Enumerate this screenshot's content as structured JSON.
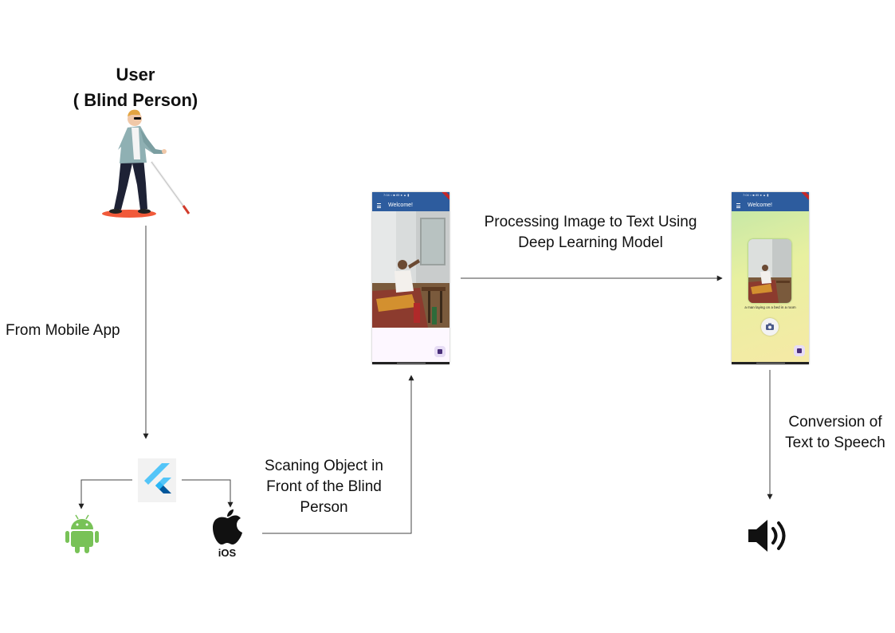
{
  "user": {
    "title_line1": "User",
    "title_line2": "( Blind Person)",
    "figure_icon": "blind-person-with-cane-icon"
  },
  "edges": {
    "from_mobile_app": "From Mobile App",
    "scanning_line1": "Scaning Object in",
    "scanning_line2": "Front of the Blind",
    "scanning_line3": "Person",
    "processing_line1": "Processing  Image to Text Using",
    "processing_line2": "Deep Learning Model",
    "conversion_line1": "Conversion of",
    "conversion_line2": "Text to Speech"
  },
  "platforms": {
    "framework_icon": "flutter-logo-icon",
    "android_icon": "android-logo-icon",
    "ios_icon": "apple-logo-icon",
    "ios_label": "iOS"
  },
  "phone_scan": {
    "status_text": "7:04  ○  ■  85  ●  ▲ ▮",
    "app_title": "Welcome!"
  },
  "phone_result": {
    "status_text": "7:04  ○  ■  85  ●  ▲ ▮",
    "app_title": "Welcome!",
    "caption": "a man laying on a bed in a room",
    "camera_icon": "camera-icon"
  },
  "output": {
    "speaker_icon": "speaker-volume-icon"
  },
  "colors": {
    "arrow": "#222222",
    "android_green": "#78c257",
    "flutter_light": "#54c5f8",
    "flutter_dark": "#01579b",
    "appbar_blue": "#2d5c9e",
    "figure_coat": "#8fb0b3",
    "figure_pants": "#1e2235",
    "floor_shadow": "#f15a3a"
  }
}
